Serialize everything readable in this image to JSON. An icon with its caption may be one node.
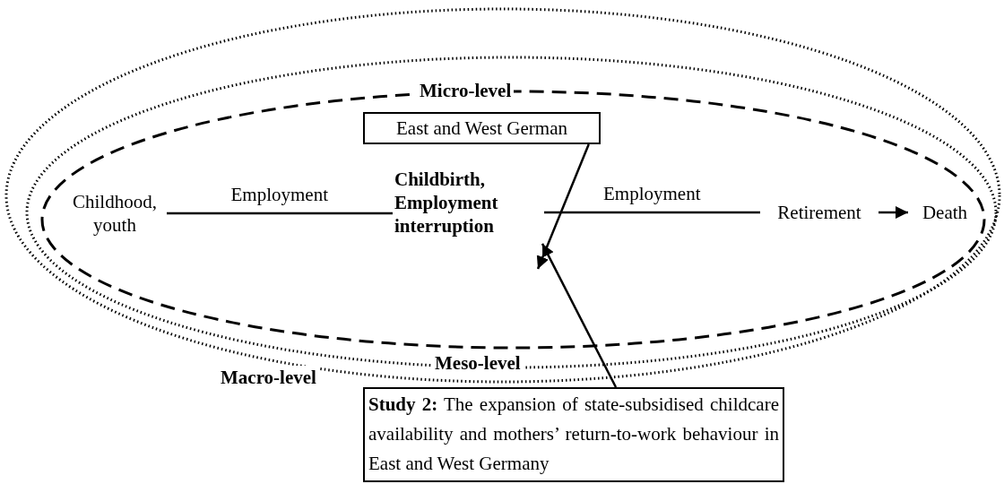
{
  "diagram": {
    "nodes": [
      {
        "text": [
          "Macro-level"
        ]
      },
      {
        "text": [
          "Meso-level"
        ],
        "in": 0
      },
      {
        "text": [
          "Micro-level"
        ],
        "in": 1
      },
      {
        "text": [
          "East and West German"
        ],
        "in": 2
      },
      {
        "text": [
          "Childhood, youth"
        ],
        "in": 2
      },
      {
        "text": [
          "Childbirth, Employment interruption"
        ],
        "in": 2
      },
      {
        "text": [
          "Retirement"
        ],
        "in": 2
      },
      {
        "text": [
          "Death"
        ],
        "in": 2
      },
      {
        "text": [
          "**Study 2:** The expansion of state-subsidised childcare availability and mothers’ return-to-work behaviour in East and West Germany"
        ]
      }
    ],
    "edges": [
      {
        "from": 4,
        "to": 5,
        "label": "Employment",
        "arrow": "none"
      },
      {
        "from": 5,
        "to": 6,
        "label": "Employment",
        "arrow": "none"
      },
      {
        "from": 6,
        "to": 7,
        "arrow": "to"
      },
      {
        "from": 3,
        "to": 5,
        "arrow": "to"
      },
      {
        "from": 8,
        "to": 5,
        "arrow": "to"
      }
    ]
  }
}
